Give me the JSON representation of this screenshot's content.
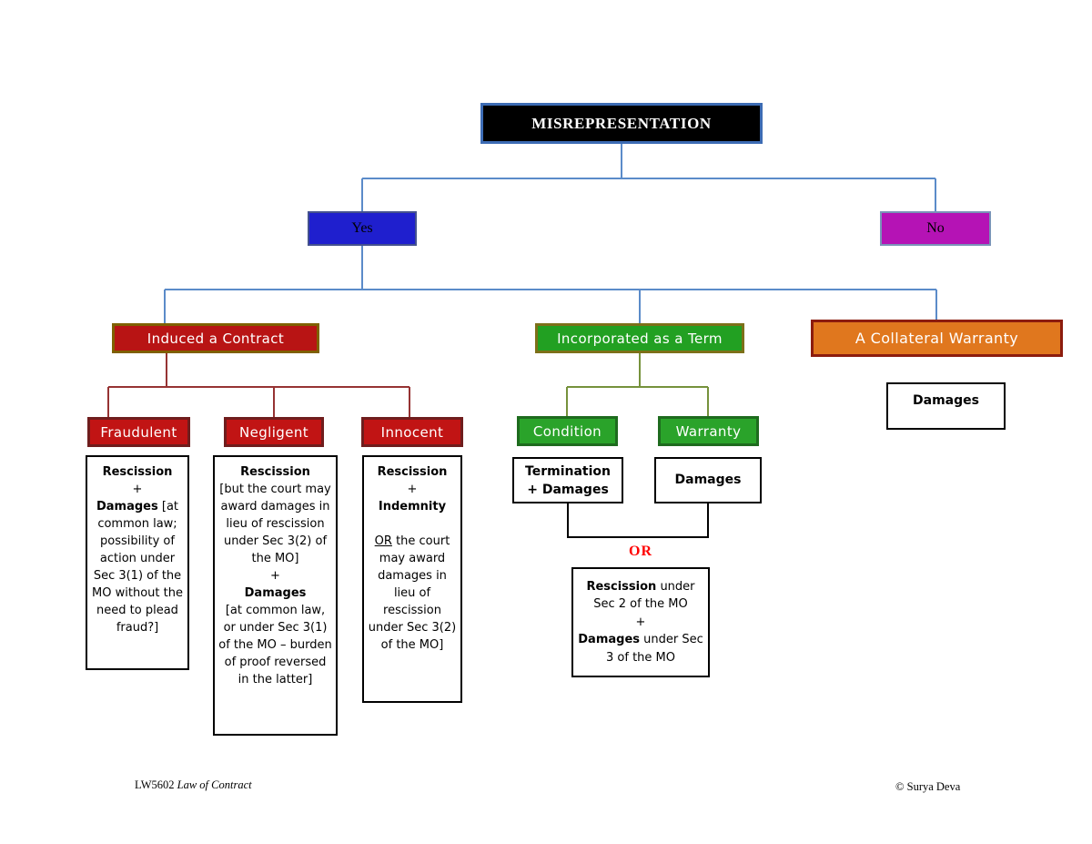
{
  "title": "MISREPRESENTATION",
  "nodes": {
    "yes": "Yes",
    "no": "No",
    "induced": "Induced a Contract",
    "incorporated": "Incorporated as a Term",
    "collateral": "A Collateral Warranty",
    "fraudulent": "Fraudulent",
    "negligent": "Negligent",
    "innocent": "Innocent",
    "condition": "Condition",
    "warranty": "Warranty"
  },
  "outcomes": {
    "fraudulent": {
      "remedy1": "Rescission",
      "plus": "+",
      "remedy2": "Damages",
      "detail": " [at common law; possibility of action under Sec 3(1) of the MO without the need to plead fraud?]"
    },
    "negligent": {
      "remedy1": "Rescission",
      "detail1": "[but the court may award damages in lieu of rescission under Sec 3(2) of the MO]",
      "plus": "+",
      "remedy2": "Damages",
      "detail2": "[at common law, or under Sec 3(1) of the MO – burden of proof reversed in the latter]"
    },
    "innocent": {
      "remedy1": "Rescission",
      "plus": "+",
      "remedy2": "Indemnity",
      "or": "OR",
      "detail": " the court may award damages in lieu of rescission under Sec 3(2) of the MO]"
    },
    "condition": {
      "line1": "Termination",
      "line2": "+ Damages"
    },
    "warranty": {
      "remedy": "Damages"
    },
    "collateral": {
      "remedy": "Damages"
    },
    "or_label": "OR",
    "statutory": {
      "remedy1": "Rescission",
      "detail1": " under Sec 2 of the MO",
      "plus": "+",
      "remedy2": "Damages",
      "detail2": " under Sec 3 of the MO"
    }
  },
  "footer": {
    "course_code": "LW5602",
    "course_title": "Law of Contract",
    "copyright": "© Surya Deva"
  },
  "colors": {
    "title_bg": "#000000",
    "title_border": "#3d6cb4",
    "yes_fill": "#1f1fce",
    "no_fill": "#b513b5",
    "red_fill": "#c11414",
    "green_fill": "#2aa32a",
    "orange_fill": "#e0771e",
    "connector_blue": "#5b8bc9",
    "connector_red": "#963333",
    "connector_olive": "#76923c",
    "connector_black": "#000000",
    "or_text": "#ff0000"
  }
}
